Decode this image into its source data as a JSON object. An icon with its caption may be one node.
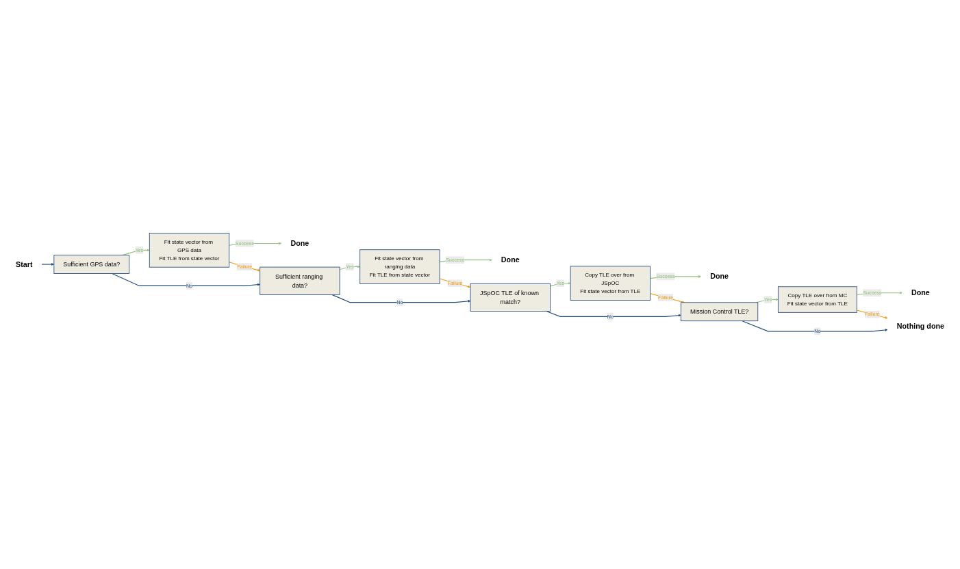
{
  "diagram": {
    "nodes": [
      {
        "text": [
          "Start"
        ]
      },
      {
        "text": [
          "Sufficient GPS data?"
        ]
      },
      {
        "text": [
          "Fit state vector from GPS data",
          "Fit TLE from state vector"
        ]
      },
      {
        "text": [
          "Done"
        ]
      },
      {
        "text": [
          "Sufficient ranging data?"
        ]
      },
      {
        "text": [
          "Fit state vector from ranging data",
          "Fit TLE from state vector"
        ]
      },
      {
        "text": [
          "Done"
        ]
      },
      {
        "text": [
          "JSpOC TLE of known match?"
        ]
      },
      {
        "text": [
          "Copy TLE over from JSpOC",
          "Fit state vector from TLE"
        ]
      },
      {
        "text": [
          "Done"
        ]
      },
      {
        "text": [
          "Mission Control TLE?"
        ]
      },
      {
        "text": [
          "Copy TLE over from MC",
          "Fit state vector from TLE"
        ]
      },
      {
        "text": [
          "Done"
        ]
      },
      {
        "text": [
          "Nothing done"
        ]
      }
    ],
    "edges": [
      {
        "from": 0,
        "to": 1,
        "arrow": "to",
        "color": "#1f497d"
      },
      {
        "from": 1,
        "to": 2,
        "arrow": "to",
        "label": "Yes"
      },
      {
        "from": 2,
        "to": 3,
        "arrow": "to",
        "label": "Success"
      },
      {
        "from": 2,
        "to": 4,
        "arrow": "to",
        "label": "Failure",
        "color": "#f79a0e"
      },
      {
        "from": 1,
        "to": 4,
        "arrow": "to",
        "label": "No",
        "color": "#1f497d"
      },
      {
        "from": 4,
        "to": 5,
        "arrow": "to",
        "label": "Yes"
      },
      {
        "from": 5,
        "to": 6,
        "arrow": "to",
        "label": "Success"
      },
      {
        "from": 5,
        "to": 7,
        "arrow": "to",
        "label": "Failure",
        "color": "#f79a0e"
      },
      {
        "from": 4,
        "to": 7,
        "arrow": "to",
        "label": "No",
        "color": "#1f497d"
      },
      {
        "from": 7,
        "to": 8,
        "arrow": "to",
        "label": "Yes"
      },
      {
        "from": 8,
        "to": 9,
        "arrow": "to",
        "label": "Success"
      },
      {
        "from": 8,
        "to": 10,
        "arrow": "to",
        "label": "Failure",
        "color": "#f79a0e"
      },
      {
        "from": 7,
        "to": 10,
        "arrow": "to",
        "label": "No",
        "color": "#1f497d"
      },
      {
        "from": 10,
        "to": 11,
        "arrow": "to",
        "label": "Yes"
      },
      {
        "from": 11,
        "to": 12,
        "arrow": "to",
        "label": "Success"
      },
      {
        "from": 11,
        "to": 13,
        "arrow": "to",
        "label": "Failure",
        "color": "#f79a0e"
      },
      {
        "from": 10,
        "to": 13,
        "arrow": "to",
        "label": "No",
        "color": "#1f497d"
      }
    ]
  }
}
